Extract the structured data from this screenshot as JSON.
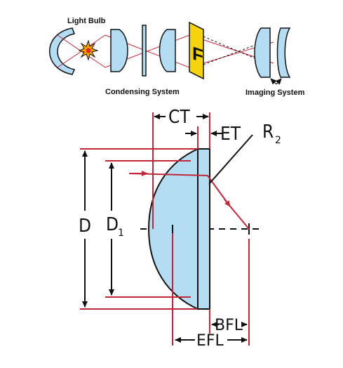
{
  "top_diagram": {
    "light_bulb_label": "Light Bulb",
    "condensing_label": "Condensing System",
    "imaging_label": "Imaging System",
    "slide_glyph": "F"
  },
  "main_diagram": {
    "ct_label": "CT",
    "et_label": "ET",
    "r2_label": "R",
    "r2_sub": "2",
    "d_label": "D",
    "d1_label": "D",
    "d1_sub": "1",
    "bfl_label": "BFL",
    "efl_label": "EFL"
  },
  "colors": {
    "lens_fill": "#b4dcf2",
    "ray_red": "#c0283a",
    "slide_yellow": "#f5d30f",
    "outline": "#111111"
  }
}
